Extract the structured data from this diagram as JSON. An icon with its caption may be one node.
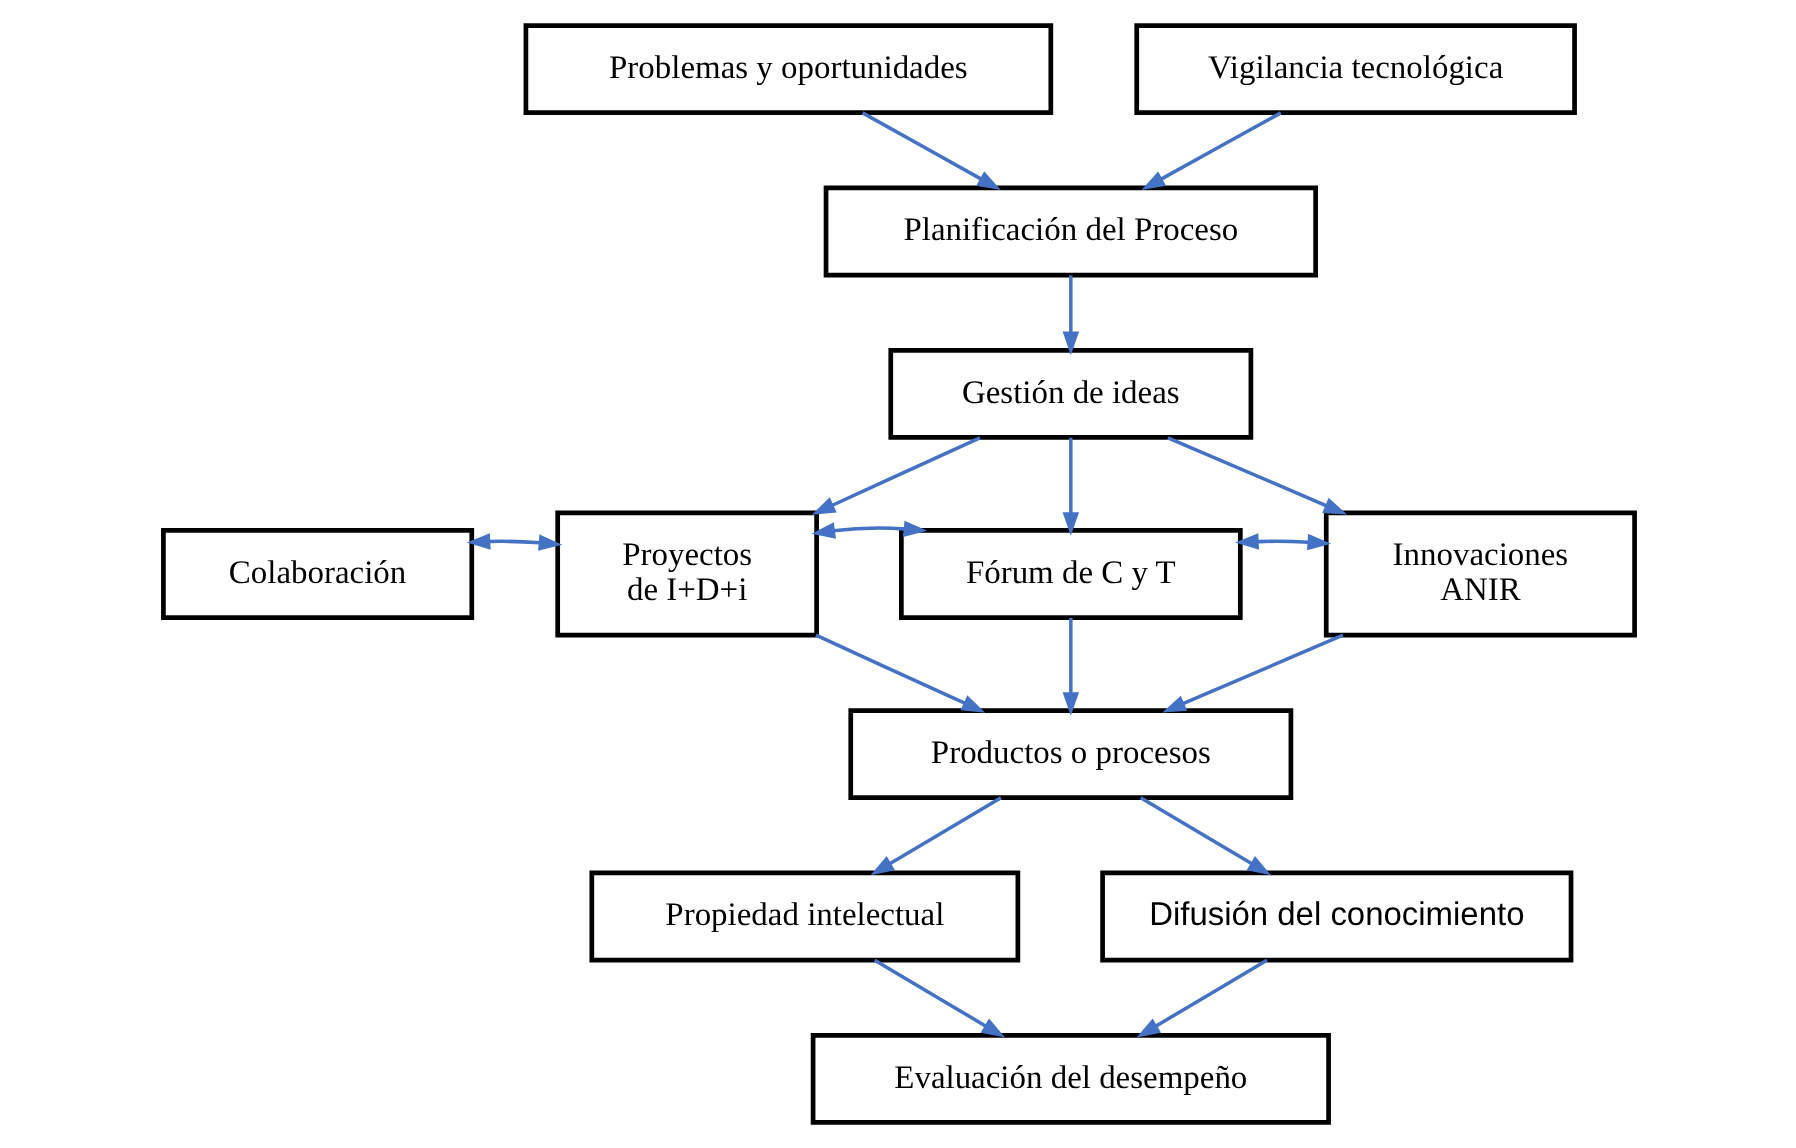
{
  "diagram": {
    "nodes": [
      {
        "text": [
          "Problemas y oportunidades"
        ]
      },
      {
        "text": [
          "Vigilancia tecnológica"
        ]
      },
      {
        "text": [
          "Planificación del Proceso"
        ]
      },
      {
        "text": [
          "Gestión de ideas"
        ]
      },
      {
        "text": [
          "Colaboración"
        ]
      },
      {
        "text": [
          "Proyectos de I+D+i"
        ]
      },
      {
        "text": [
          "Fórum de C y T"
        ]
      },
      {
        "text": [
          "Innovaciones ANIR"
        ]
      },
      {
        "text": [
          "Productos o procesos"
        ]
      },
      {
        "text": [
          "Propiedad intelectual"
        ]
      },
      {
        "text": [
          "Difusión del conocimiento"
        ]
      },
      {
        "text": [
          "Evaluación del desempeño"
        ]
      }
    ],
    "edges": [
      {
        "from": 0,
        "to": 2,
        "arrow": "to"
      },
      {
        "from": 1,
        "to": 2,
        "arrow": "to"
      },
      {
        "from": 2,
        "to": 3,
        "arrow": "to"
      },
      {
        "from": 3,
        "to": 5,
        "arrow": "to"
      },
      {
        "from": 3,
        "to": 6,
        "arrow": "to"
      },
      {
        "from": 3,
        "to": 7,
        "arrow": "to"
      },
      {
        "from": 4,
        "to": 5,
        "arrow": "both"
      },
      {
        "from": 5,
        "to": 6,
        "arrow": "both"
      },
      {
        "from": 6,
        "to": 7,
        "arrow": "both"
      },
      {
        "from": 5,
        "to": 8,
        "arrow": "to"
      },
      {
        "from": 6,
        "to": 8,
        "arrow": "to"
      },
      {
        "from": 7,
        "to": 8,
        "arrow": "to"
      },
      {
        "from": 8,
        "to": 9,
        "arrow": "to"
      },
      {
        "from": 8,
        "to": 10,
        "arrow": "to"
      },
      {
        "from": 9,
        "to": 11,
        "arrow": "to"
      },
      {
        "from": 10,
        "to": 11,
        "arrow": "to"
      }
    ]
  }
}
